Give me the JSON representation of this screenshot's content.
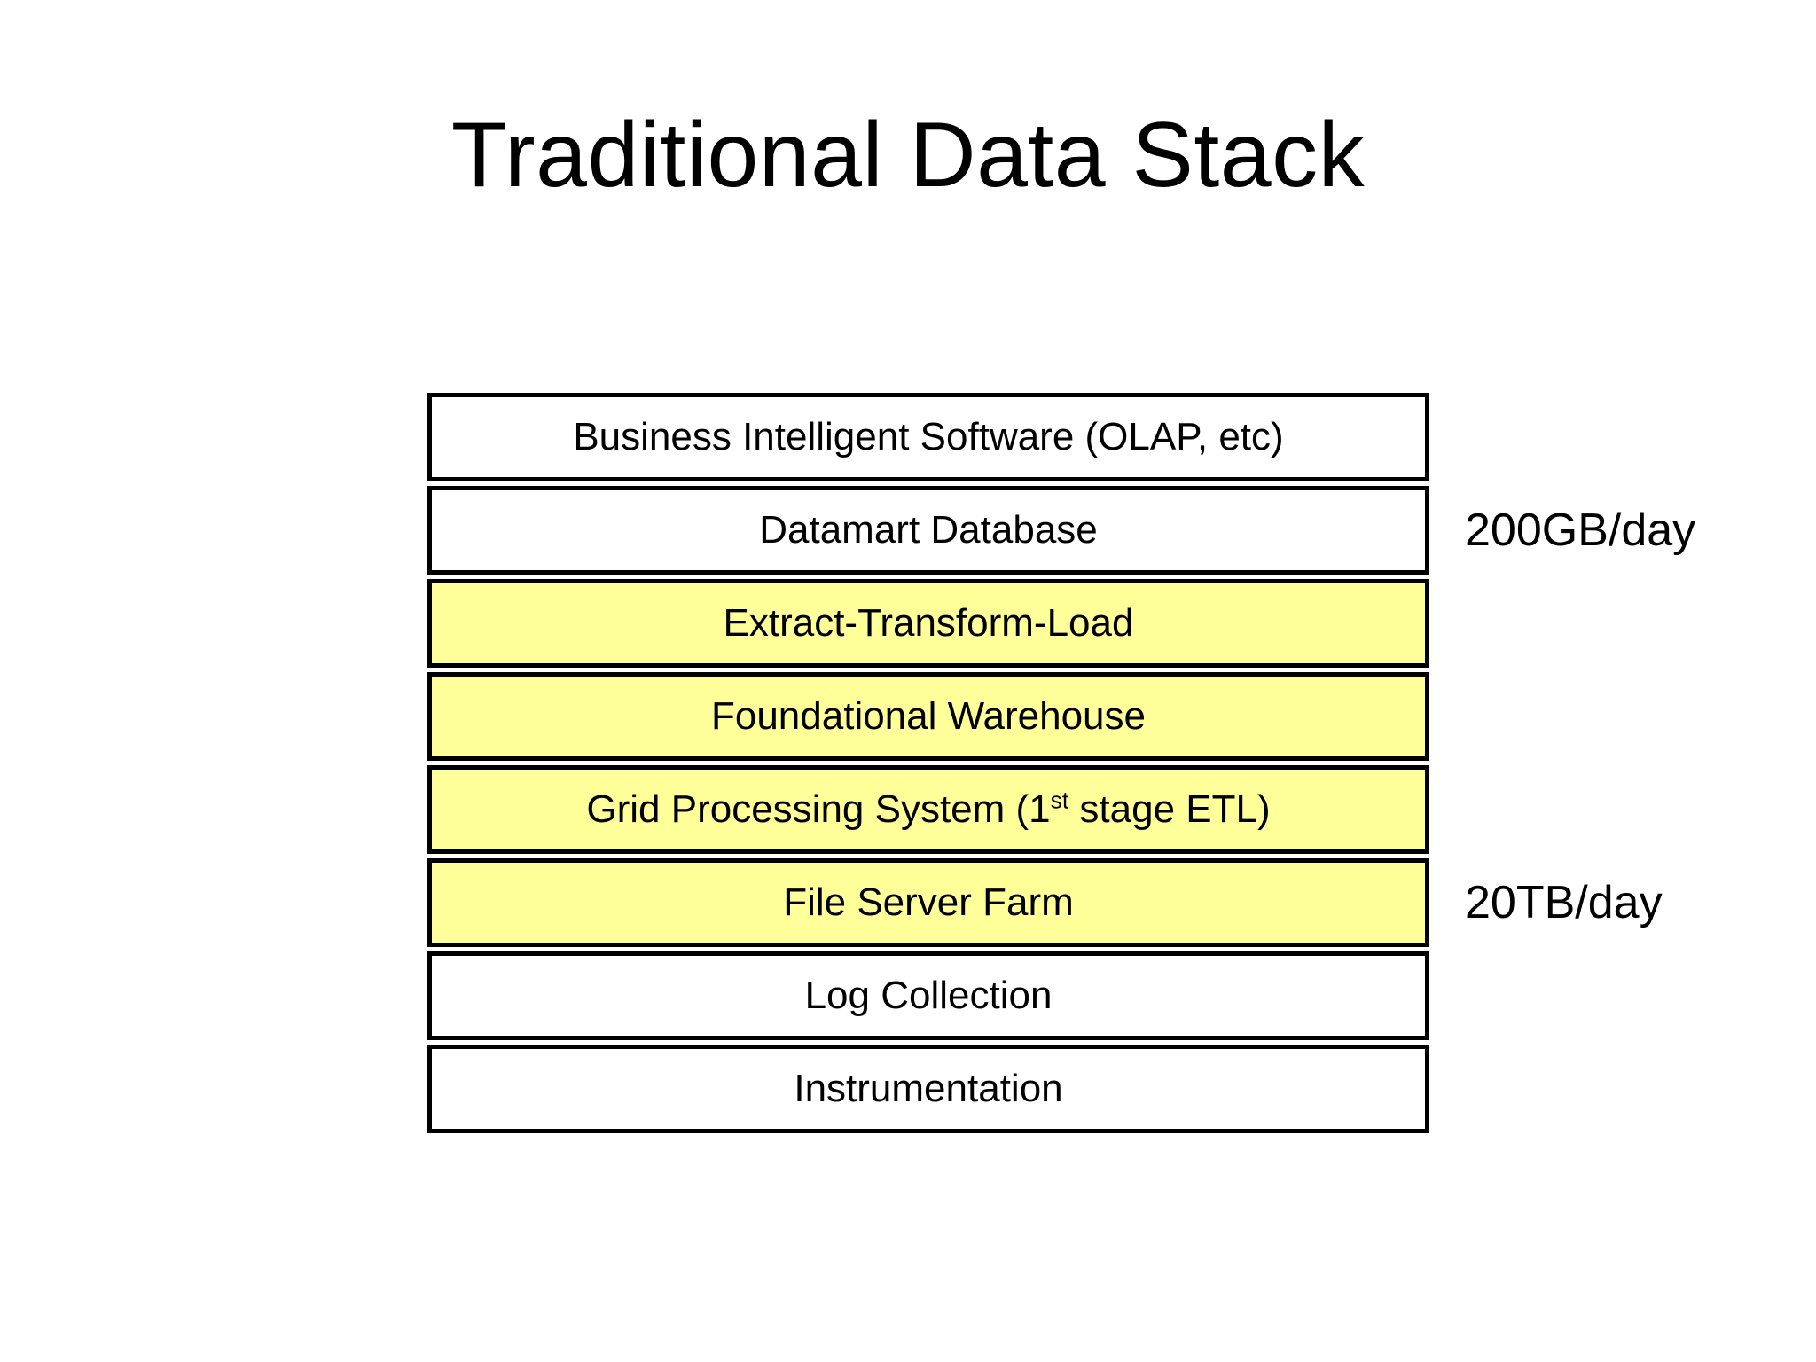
{
  "slide": {
    "title": "Traditional Data Stack",
    "background_color": "#ffffff"
  },
  "theme": {
    "highlight_color": "#ffff99",
    "border_color": "#000000",
    "text_color": "#000000",
    "plain_color": "#ffffff"
  },
  "diagram": {
    "name": "traditional-data-stack",
    "type": "layered-stack",
    "layers": [
      {
        "label": "Business Intelligent Software (OLAP, etc)",
        "highlighted": false,
        "annotation": ""
      },
      {
        "label": "Datamart Database",
        "highlighted": false,
        "annotation": "200GB/day"
      },
      {
        "label": "Extract-Transform-Load",
        "highlighted": true,
        "annotation": ""
      },
      {
        "label": "Foundational Warehouse",
        "highlighted": true,
        "annotation": ""
      },
      {
        "label_prefix": "Grid Processing System (1",
        "label_superscript": "st",
        "label_suffix": " stage ETL)",
        "label": "Grid Processing System (1st stage ETL)",
        "highlighted": true,
        "annotation": ""
      },
      {
        "label": "File Server Farm",
        "highlighted": true,
        "annotation": "20TB/day"
      },
      {
        "label": "Log Collection",
        "highlighted": false,
        "annotation": ""
      },
      {
        "label": "Instrumentation",
        "highlighted": false,
        "annotation": ""
      }
    ]
  }
}
